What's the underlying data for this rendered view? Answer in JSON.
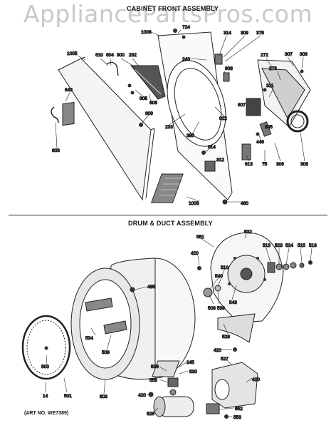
{
  "watermark": "AppliancePartsPros.com",
  "sections": {
    "cabinet_front": {
      "title": "CABINET FRONT ASSEMBLY"
    },
    "drum_duct": {
      "title": "DRUM & DUCT ASSEMBLY"
    }
  },
  "art_number": "(ART NO. WE7389)",
  "callouts": {
    "c1008a": "1008",
    "c724": "724",
    "c314": "314",
    "c309": "309",
    "c375": "375",
    "c1005": "1005",
    "c610": "610",
    "c604": "604",
    "c300": "300",
    "c232": "232",
    "c243": "243",
    "c272": "272",
    "c307": "307",
    "c303": "303",
    "c608": "608",
    "c273": "273",
    "c643": "643",
    "c605": "605",
    "c606": "606",
    "c311": "311",
    "c607": "607",
    "c622": "622",
    "c609": "609",
    "c233": "233",
    "c380": "380",
    "c305": "305",
    "c603": "603",
    "c614": "614",
    "c446": "446",
    "c312": "312",
    "c613": "613",
    "c75": "75",
    "c306": "306",
    "c308": "308",
    "c1008b": "1008",
    "c460": "460",
    "c551": "551",
    "c532": "532",
    "c420a": "420",
    "c513": "513",
    "c523": "523",
    "c524": "524",
    "c515": "515",
    "c516": "516",
    "c510": "510",
    "c540": "540",
    "c485": "485",
    "c508": "508",
    "c539": "539",
    "c543": "543",
    "c534": "534",
    "c509": "509",
    "c528": "528",
    "c420b": "420",
    "c245": "245",
    "c527": "527",
    "c500": "500",
    "c536": "536",
    "c530": "530",
    "c558": "558",
    "c420c": "420",
    "c420d": "420",
    "c14": "14",
    "c501": "501",
    "c503": "503",
    "c526": "526",
    "c552": "552",
    "c553": "553"
  }
}
